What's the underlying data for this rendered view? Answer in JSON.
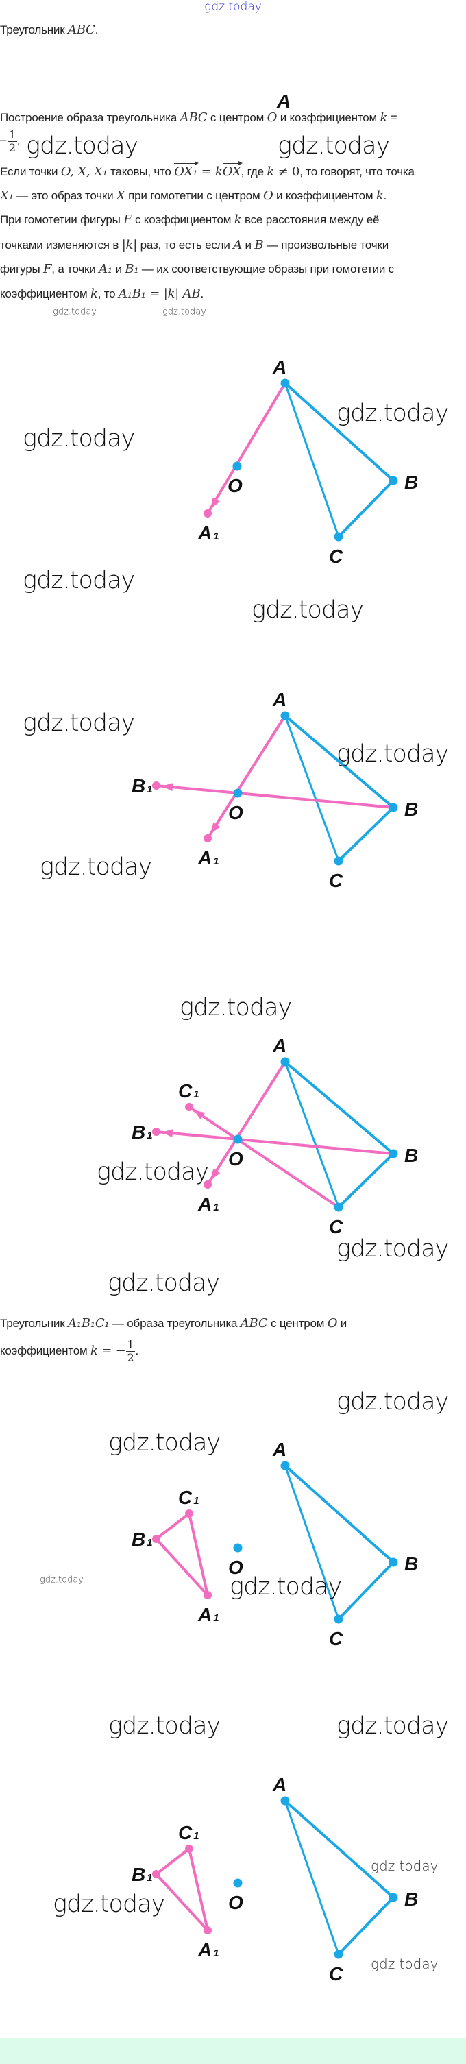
{
  "header_watermark": "gdz.today",
  "intro": [
    {
      "t": "Треугольник "
    },
    {
      "t": "ABC",
      "m": 1
    },
    {
      "t": "."
    }
  ],
  "stray_label": "A",
  "construction": {
    "line1": [
      {
        "t": "Построение образа треугольника "
      },
      {
        "t": "ABC",
        "m": 1
      },
      {
        "t": " с центром "
      },
      {
        "t": "O",
        "m": 1
      },
      {
        "t": " и коэффициентом "
      },
      {
        "t": "k",
        "m": 1
      },
      {
        "t": " ="
      }
    ],
    "line2": [
      {
        "t": "−",
        "n": 1
      },
      {
        "f": [
          "1",
          "2"
        ]
      },
      {
        "t": "."
      }
    ]
  },
  "definition": [
    [
      {
        "t": "Если точки "
      },
      {
        "t": "O, X, X₁",
        "m": 1
      },
      {
        "t": " таковы, что "
      },
      {
        "t": "OX₁",
        "m": 1,
        "v": 1
      },
      {
        "t": " = ",
        "n": 1
      },
      {
        "t": "k",
        "m": 1
      },
      {
        "t": "OX",
        "m": 1,
        "v": 1
      },
      {
        "t": ", где "
      },
      {
        "t": "k",
        "m": 1
      },
      {
        "t": " ≠ 0",
        "n": 1
      },
      {
        "t": ", то говорят, что точка"
      }
    ],
    [
      {
        "t": "X₁",
        "m": 1
      },
      {
        "t": " — это образ точки "
      },
      {
        "t": "X",
        "m": 1
      },
      {
        "t": " при гомотетии с центром "
      },
      {
        "t": "O",
        "m": 1
      },
      {
        "t": " и коэффициентом "
      },
      {
        "t": "k",
        "m": 1
      },
      {
        "t": "."
      }
    ],
    [
      {
        "t": "При гомотетии фигуры "
      },
      {
        "t": "F",
        "m": 1
      },
      {
        "t": " с коэффициентом "
      },
      {
        "t": "k",
        "m": 1
      },
      {
        "t": " все расстояния между её"
      }
    ],
    [
      {
        "t": "точками изменяются в "
      },
      {
        "t": "|k|",
        "m": 1
      },
      {
        "t": " раз, то есть если "
      },
      {
        "t": "A",
        "m": 1
      },
      {
        "t": " и "
      },
      {
        "t": "B",
        "m": 1
      },
      {
        "t": " — произвольные точки"
      }
    ],
    [
      {
        "t": "фигуры "
      },
      {
        "t": "F",
        "m": 1
      },
      {
        "t": ", а точки "
      },
      {
        "t": "A₁",
        "m": 1
      },
      {
        "t": " и "
      },
      {
        "t": "B₁",
        "m": 1
      },
      {
        "t": " — их соответствующие образы при гомотетии с"
      }
    ],
    [
      {
        "t": "коэффициентом "
      },
      {
        "t": "k",
        "m": 1
      },
      {
        "t": ", то "
      },
      {
        "t": "A₁B₁",
        "m": 1
      },
      {
        "t": " = ",
        "n": 1
      },
      {
        "t": "|k| AB",
        "m": 1
      },
      {
        "t": "."
      }
    ]
  ],
  "result": [
    [
      {
        "t": "Треугольник "
      },
      {
        "t": "A₁B₁C₁",
        "m": 1
      },
      {
        "t": " — образа треугольника "
      },
      {
        "t": "ABC",
        "m": 1
      },
      {
        "t": " с центром "
      },
      {
        "t": "O",
        "m": 1
      },
      {
        "t": " и"
      }
    ],
    [
      {
        "t": "коэффициентом "
      },
      {
        "t": "k",
        "m": 1
      },
      {
        "t": " = −",
        "n": 1
      },
      {
        "f": [
          "1",
          "2"
        ]
      },
      {
        "t": "."
      }
    ]
  ],
  "watermark": "gdz.today",
  "labels": {
    "A": "A",
    "B": "B",
    "C": "C",
    "O": "O",
    "A1": "A",
    "B1": "B",
    "C1": "C",
    "sub": "1"
  },
  "colors": {
    "original": "#1aa7e6",
    "image": "#f26cbf",
    "footer": "#dcfbea",
    "header_watermark": "#3535e0"
  }
}
